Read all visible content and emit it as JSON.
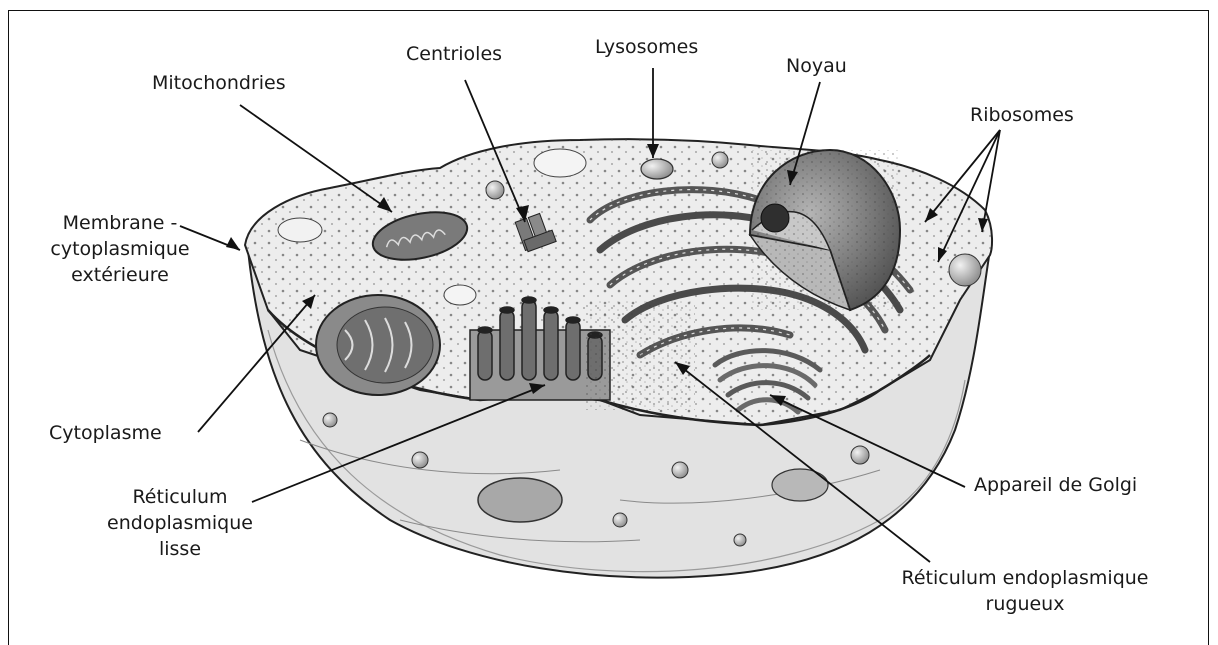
{
  "diagram": {
    "labels": {
      "centrioles": "Centrioles",
      "lysosomes": "Lysosomes",
      "noyau": "Noyau",
      "mitochondries": "Mitochondries",
      "ribosomes": "Ribosomes",
      "membrane": [
        "Membrane",
        "cytoplasmique",
        "extérieure"
      ],
      "membrane_dash": "-",
      "cytoplasme": "Cytoplasme",
      "rel": [
        "Réticulum",
        "endoplasmique",
        "lisse"
      ],
      "rer": [
        "Réticulum endoplasmique",
        "rugueux"
      ],
      "golgi": "Appareil de Golgi"
    },
    "colors": {
      "ink": "#1a1a1a",
      "cell_fill": "#e4e4e4",
      "cytoplasm": "#efefef",
      "organelle_dark": "#6a6a6a",
      "nucleus": "#8a8a8a"
    }
  }
}
